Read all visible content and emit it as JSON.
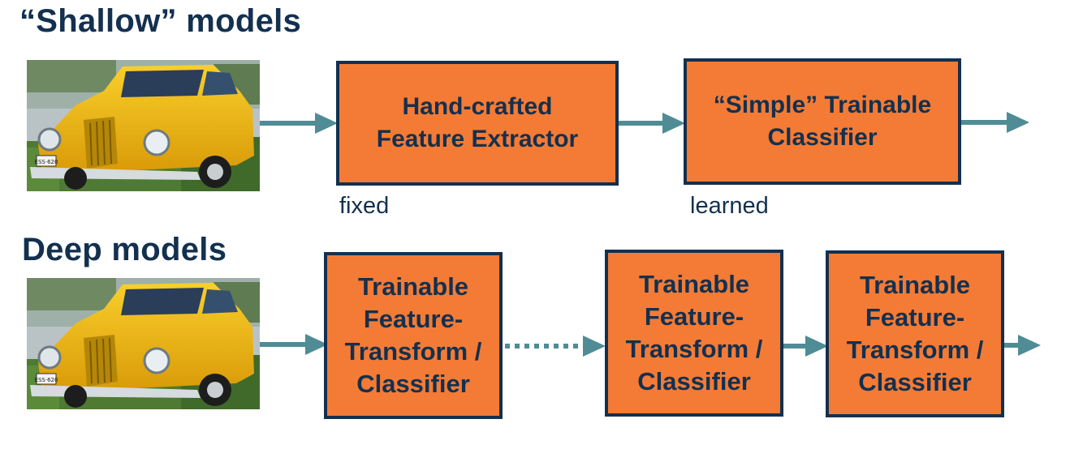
{
  "shallow": {
    "title": "“Shallow” models",
    "extractor_line1": "Hand-crafted",
    "extractor_line2": "Feature Extractor",
    "classifier_line1": "“Simple” Trainable",
    "classifier_line2": "Classifier",
    "extractor_note": "fixed",
    "classifier_note": "learned"
  },
  "deep": {
    "title": "Deep models",
    "blocks": [
      [
        "Trainable",
        "Feature-",
        "Transform /",
        "Classifier"
      ],
      [
        "Trainable",
        "Feature-",
        "Transform /",
        "Classifier"
      ],
      [
        "Trainable",
        "Feature-",
        "Transform /",
        "Classifier"
      ]
    ]
  },
  "photo": {
    "plate_text": "ESS·620"
  },
  "colors": {
    "box_fill": "#f47b35",
    "box_border": "#13304f",
    "text": "#13304f",
    "arrow": "#4f8c95",
    "car_body": "#f2bd16"
  }
}
